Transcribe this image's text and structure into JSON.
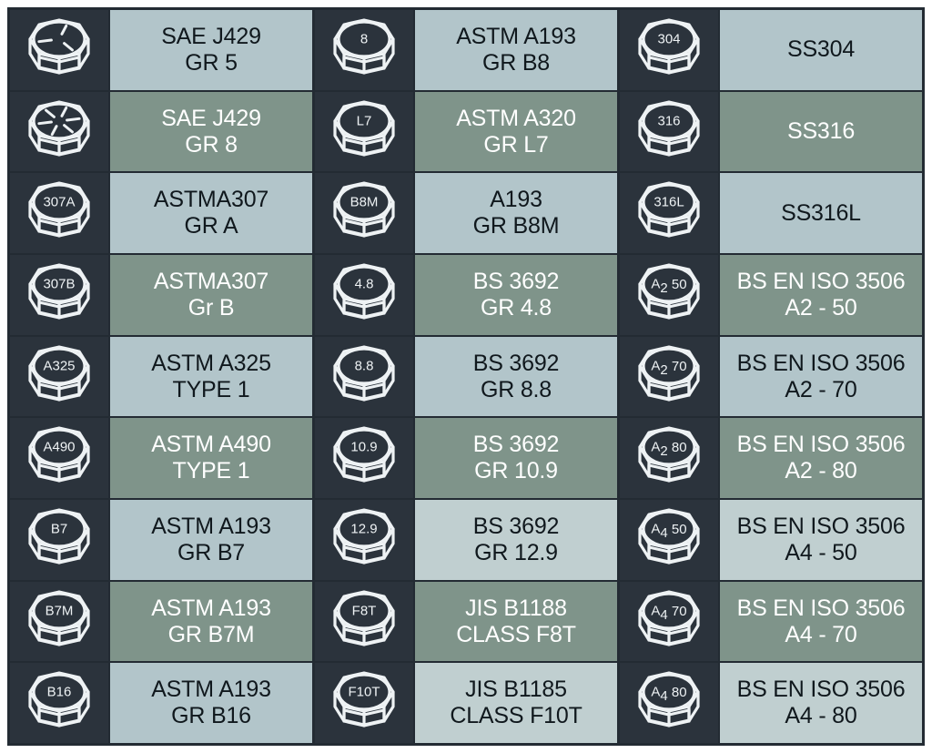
{
  "table": {
    "icon_type_radial": "radial-dashes",
    "icon_type_text": "text-stamp",
    "columns": [
      {
        "name": "column-1",
        "cells": [
          {
            "icon": {
              "kind": "radial",
              "dashes": 3,
              "label": ""
            },
            "line1": "SAE J429",
            "line2": "GR 5",
            "theme": "light"
          },
          {
            "icon": {
              "kind": "radial",
              "dashes": 6,
              "label": ""
            },
            "line1": "SAE J429",
            "line2": "GR 8",
            "theme": "dark"
          },
          {
            "icon": {
              "kind": "text",
              "label": "307A"
            },
            "line1": "ASTMA307",
            "line2": "GR A",
            "theme": "light"
          },
          {
            "icon": {
              "kind": "text",
              "label": "307B"
            },
            "line1": "ASTMA307",
            "line2": "Gr B",
            "theme": "dark"
          },
          {
            "icon": {
              "kind": "text",
              "label": "A325"
            },
            "line1": "ASTM A325",
            "line2": "TYPE 1",
            "theme": "light"
          },
          {
            "icon": {
              "kind": "text",
              "label": "A490"
            },
            "line1": "ASTM A490",
            "line2": "TYPE 1",
            "theme": "dark"
          },
          {
            "icon": {
              "kind": "text",
              "label": "B7"
            },
            "line1": "ASTM A193",
            "line2": "GR B7",
            "theme": "light"
          },
          {
            "icon": {
              "kind": "text",
              "label": "B7M"
            },
            "line1": "ASTM A193",
            "line2": "GR B7M",
            "theme": "dark"
          },
          {
            "icon": {
              "kind": "text",
              "label": "B16"
            },
            "line1": "ASTM A193",
            "line2": "GR B16",
            "theme": "light"
          }
        ]
      },
      {
        "name": "column-2",
        "cells": [
          {
            "icon": {
              "kind": "text",
              "label": "8"
            },
            "line1": "ASTM A193",
            "line2": "GR B8",
            "theme": "light"
          },
          {
            "icon": {
              "kind": "text",
              "label": "L7"
            },
            "line1": "ASTM A320",
            "line2": "GR L7",
            "theme": "dark"
          },
          {
            "icon": {
              "kind": "text",
              "label": "B8M"
            },
            "line1": "A193",
            "line2": "GR B8M",
            "theme": "light"
          },
          {
            "icon": {
              "kind": "text",
              "label": "4.8"
            },
            "line1": "BS 3692",
            "line2": "GR 4.8",
            "theme": "dark"
          },
          {
            "icon": {
              "kind": "text",
              "label": "8.8"
            },
            "line1": "BS 3692",
            "line2": "GR 8.8",
            "theme": "light"
          },
          {
            "icon": {
              "kind": "text",
              "label": "10.9"
            },
            "line1": "BS 3692",
            "line2": "GR 10.9",
            "theme": "dark"
          },
          {
            "icon": {
              "kind": "text",
              "label": "12.9"
            },
            "line1": "BS 3692",
            "line2": "GR 12.9",
            "theme": "pale"
          },
          {
            "icon": {
              "kind": "text",
              "label": "F8T"
            },
            "line1": "JIS B1188",
            "line2": "CLASS F8T",
            "theme": "dark"
          },
          {
            "icon": {
              "kind": "text",
              "label": "F10T"
            },
            "line1": "JIS B1185",
            "line2": "CLASS F10T",
            "theme": "pale"
          }
        ]
      },
      {
        "name": "column-3",
        "cells": [
          {
            "icon": {
              "kind": "text",
              "label": "304"
            },
            "line1": "SS304",
            "line2": "",
            "theme": "light"
          },
          {
            "icon": {
              "kind": "text",
              "label": "316"
            },
            "line1": "SS316",
            "line2": "",
            "theme": "dark"
          },
          {
            "icon": {
              "kind": "text",
              "label": "316L"
            },
            "line1": "SS316L",
            "line2": "",
            "theme": "light"
          },
          {
            "icon": {
              "kind": "text-sub",
              "main": "A",
              "sub": "2",
              "tail": "50"
            },
            "line1": "BS EN ISO 3506",
            "line2": "A2 - 50",
            "theme": "dark"
          },
          {
            "icon": {
              "kind": "text-sub",
              "main": "A",
              "sub": "2",
              "tail": "70"
            },
            "line1": "BS EN ISO 3506",
            "line2": "A2 - 70",
            "theme": "light"
          },
          {
            "icon": {
              "kind": "text-sub",
              "main": "A",
              "sub": "2",
              "tail": "80"
            },
            "line1": "BS EN ISO 3506",
            "line2": "A2 - 80",
            "theme": "dark"
          },
          {
            "icon": {
              "kind": "text-sub",
              "main": "A",
              "sub": "4",
              "tail": "50"
            },
            "line1": "BS EN ISO 3506",
            "line2": "A4 - 50",
            "theme": "pale"
          },
          {
            "icon": {
              "kind": "text-sub",
              "main": "A",
              "sub": "4",
              "tail": "70"
            },
            "line1": "BS EN ISO 3506",
            "line2": "A4 - 70",
            "theme": "dark"
          },
          {
            "icon": {
              "kind": "text-sub",
              "main": "A",
              "sub": "4",
              "tail": "80"
            },
            "line1": "BS EN ISO 3506",
            "line2": "A4 - 80",
            "theme": "pale"
          }
        ]
      }
    ]
  },
  "colors": {
    "border": "#232b33",
    "icon_background": "#2b333c",
    "icon_stroke": "#eef2f4",
    "theme_light": "#b2c5ca",
    "theme_dark": "#7f948a",
    "theme_pale": "#c0cfd0",
    "text_dark": "#10181d",
    "text_light": "#ffffff"
  }
}
